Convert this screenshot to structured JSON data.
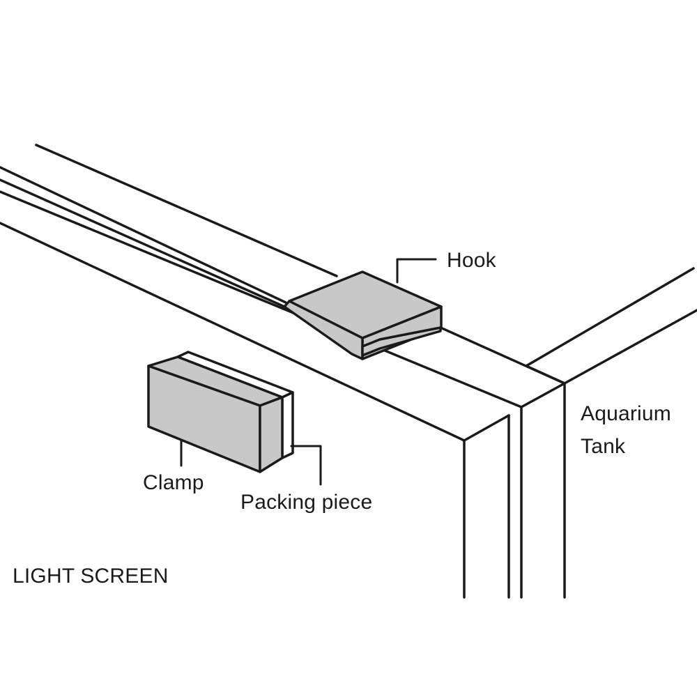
{
  "labels": {
    "hook": "Hook",
    "aquarium_line1": "Aquarium",
    "aquarium_line2": "Tank",
    "clamp": "Clamp",
    "packing_piece": "Packing piece",
    "light_screen": "LIGHT SCREEN"
  },
  "colors": {
    "line": "#1a1a1a",
    "part_fill": "#c8c8c8",
    "background": "#ffffff"
  }
}
